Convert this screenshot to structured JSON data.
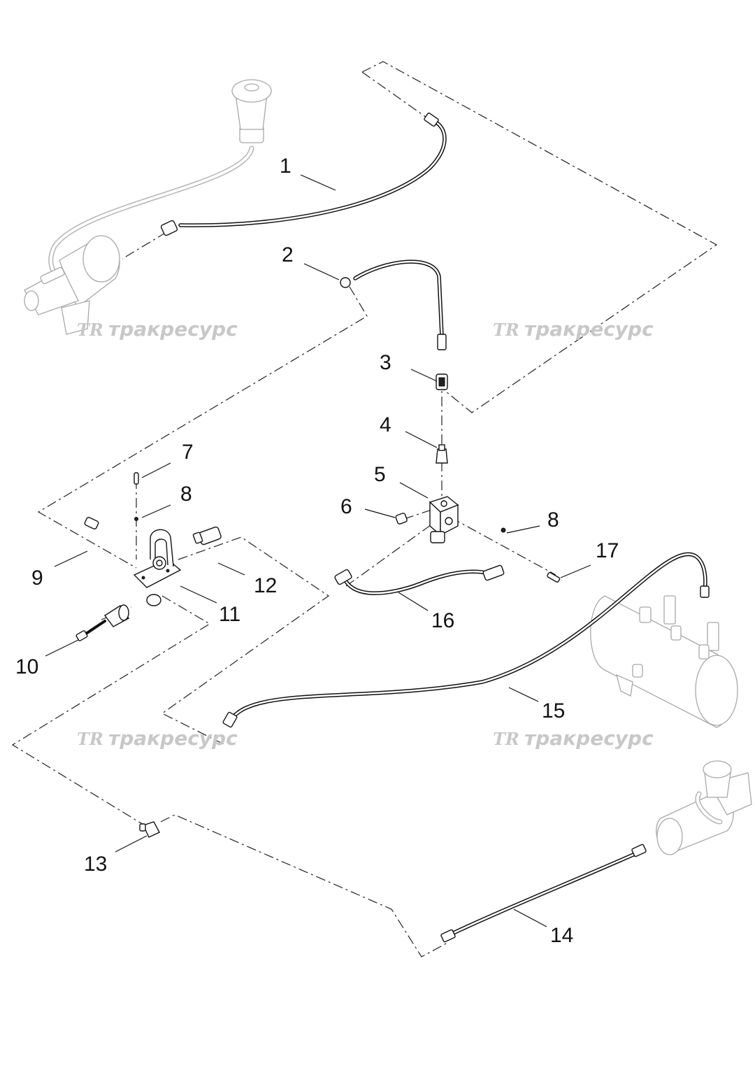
{
  "diagram": {
    "watermarks": [
      {
        "logo": "TR",
        "text": "тракресурс"
      },
      {
        "logo": "TR",
        "text": "тракресурс"
      },
      {
        "logo": "TR",
        "text": "тракресурс"
      },
      {
        "logo": "TR",
        "text": "тракресурс"
      }
    ],
    "callouts": [
      "1",
      "2",
      "3",
      "4",
      "5",
      "6",
      "7",
      "8",
      "8",
      "9",
      "10",
      "11",
      "12",
      "13",
      "14",
      "15",
      "16",
      "17"
    ]
  }
}
